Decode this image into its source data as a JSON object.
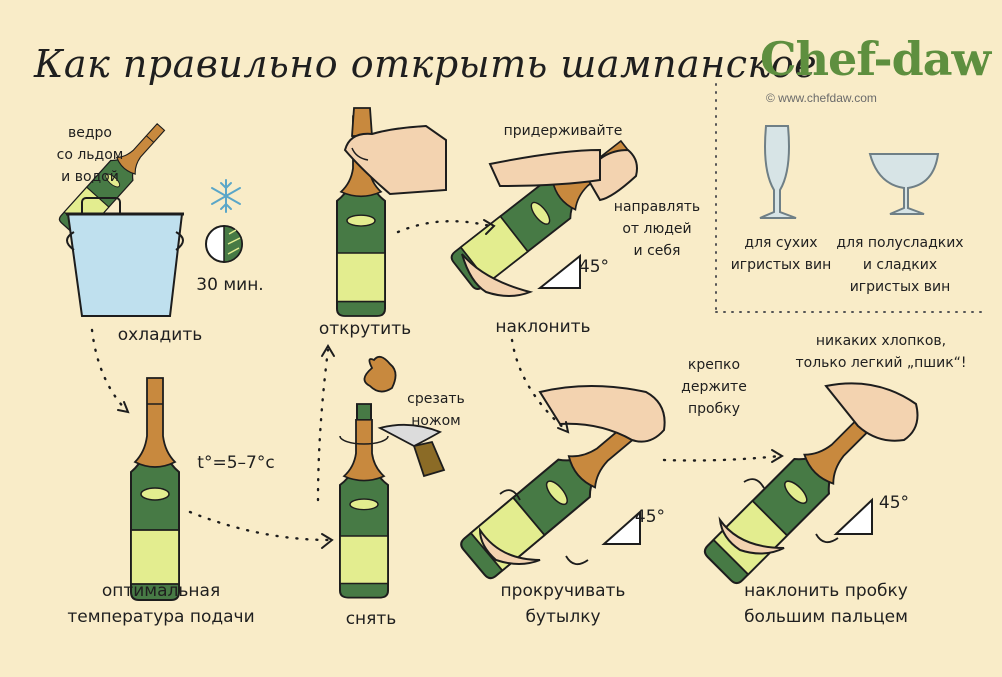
{
  "title": "Как правильно открыть шампанское",
  "brand": {
    "name": "Chef-daw",
    "url": "© www.chefdaw.com"
  },
  "steps": {
    "chill": {
      "ice_bucket_label": "ведро\nсо льдом\nи водой",
      "time": "30 мин.",
      "caption": "охладить"
    },
    "temperature": {
      "value": "t°=5–7°c",
      "caption": "оптимальная\nтемпература подачи"
    },
    "unscrew": {
      "caption": "открутить"
    },
    "remove": {
      "cut_note": "срезать\nножом",
      "caption": "снять"
    },
    "tilt": {
      "hold_note": "придерживайте",
      "direction_note": "направлять\nот людей\nи себя",
      "angle": "45°",
      "caption": "наклонить"
    },
    "twist": {
      "grip_note": "крепко\nдержите\nпробку",
      "angle": "45°",
      "caption": "прокручивать\nбутылку"
    },
    "thumb": {
      "note": "никаких хлопков,\nтолько легкий „пшик“!",
      "angle": "45°",
      "caption": "наклонить пробку\nбольшим пальцем"
    }
  },
  "glasses": {
    "flute_label": "для сухих\nигристых вин",
    "coupe_label": "для полусладких\nи сладких\nигристых вин"
  },
  "colors": {
    "background": "#f9ecc8",
    "bottle": "#477a45",
    "foil": "#c8893e",
    "label": "#e3ed8f",
    "skin": "#f3d3b0",
    "bucket": "#bfe0ee",
    "brand": "#5e8f3f"
  }
}
